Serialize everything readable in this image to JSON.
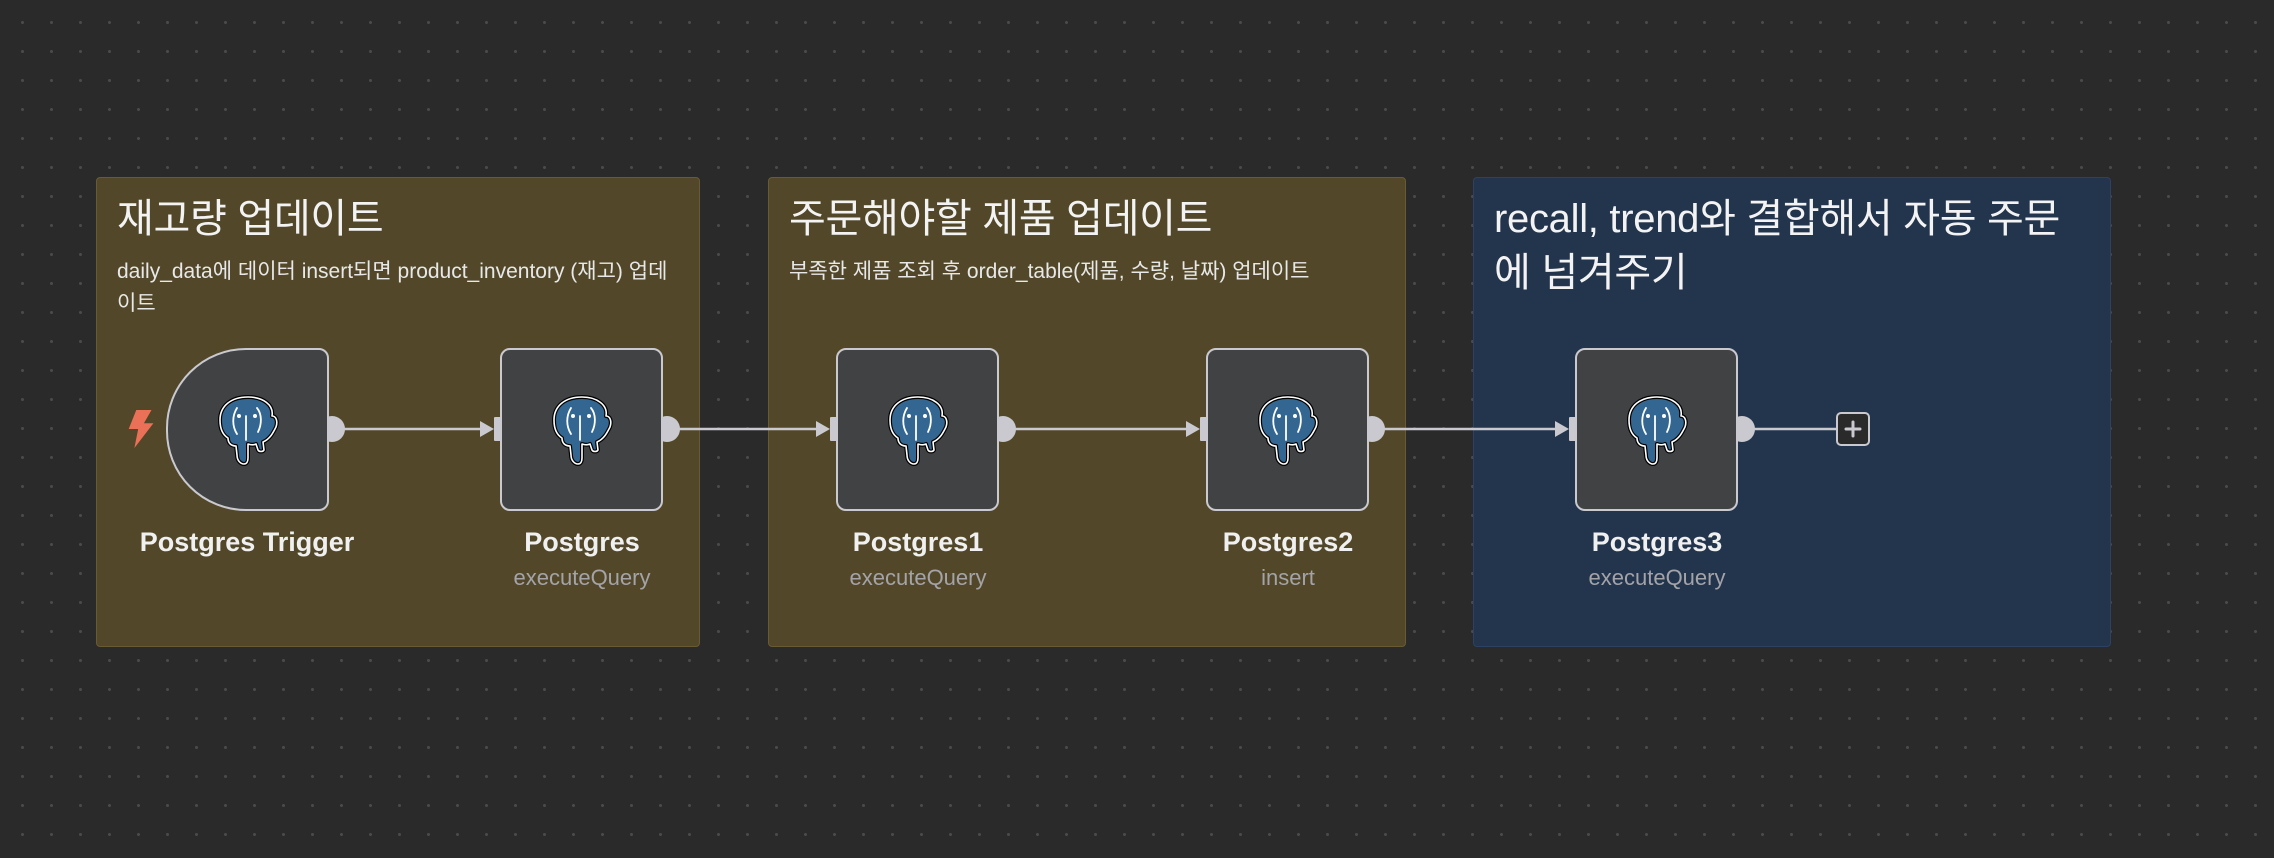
{
  "sticky_notes": [
    {
      "title": "재고량 업데이트",
      "body": "daily_data에 데이터 insert되면 product_inventory (재고) 업데이트",
      "color": "#524829"
    },
    {
      "title": "주문해야할 제품 업데이트",
      "body": "부족한 제품 조회 후 order_table(제품, 수량, 날짜) 업데이트",
      "color": "#524829"
    },
    {
      "title": "recall, trend와 결합해서 자동 주문에 넘겨주기",
      "body": "",
      "color": "#23344d"
    }
  ],
  "nodes": [
    {
      "name": "Postgres Trigger",
      "subtitle": "",
      "icon": "postgres-elephant-icon",
      "is_trigger": true
    },
    {
      "name": "Postgres",
      "subtitle": "executeQuery",
      "icon": "postgres-elephant-icon"
    },
    {
      "name": "Postgres1",
      "subtitle": "executeQuery",
      "icon": "postgres-elephant-icon"
    },
    {
      "name": "Postgres2",
      "subtitle": "insert",
      "icon": "postgres-elephant-icon"
    },
    {
      "name": "Postgres3",
      "subtitle": "executeQuery",
      "icon": "postgres-elephant-icon"
    }
  ],
  "trigger_icon": {
    "icon": "lightning-bolt-icon",
    "color": "#ea7158"
  },
  "add_node": {
    "icon": "plus-icon"
  },
  "colors": {
    "canvas_bg": "#2a2a2a",
    "node_bg": "#414244",
    "node_border": "#c9c9cf",
    "connection": "#c9c9cf"
  }
}
